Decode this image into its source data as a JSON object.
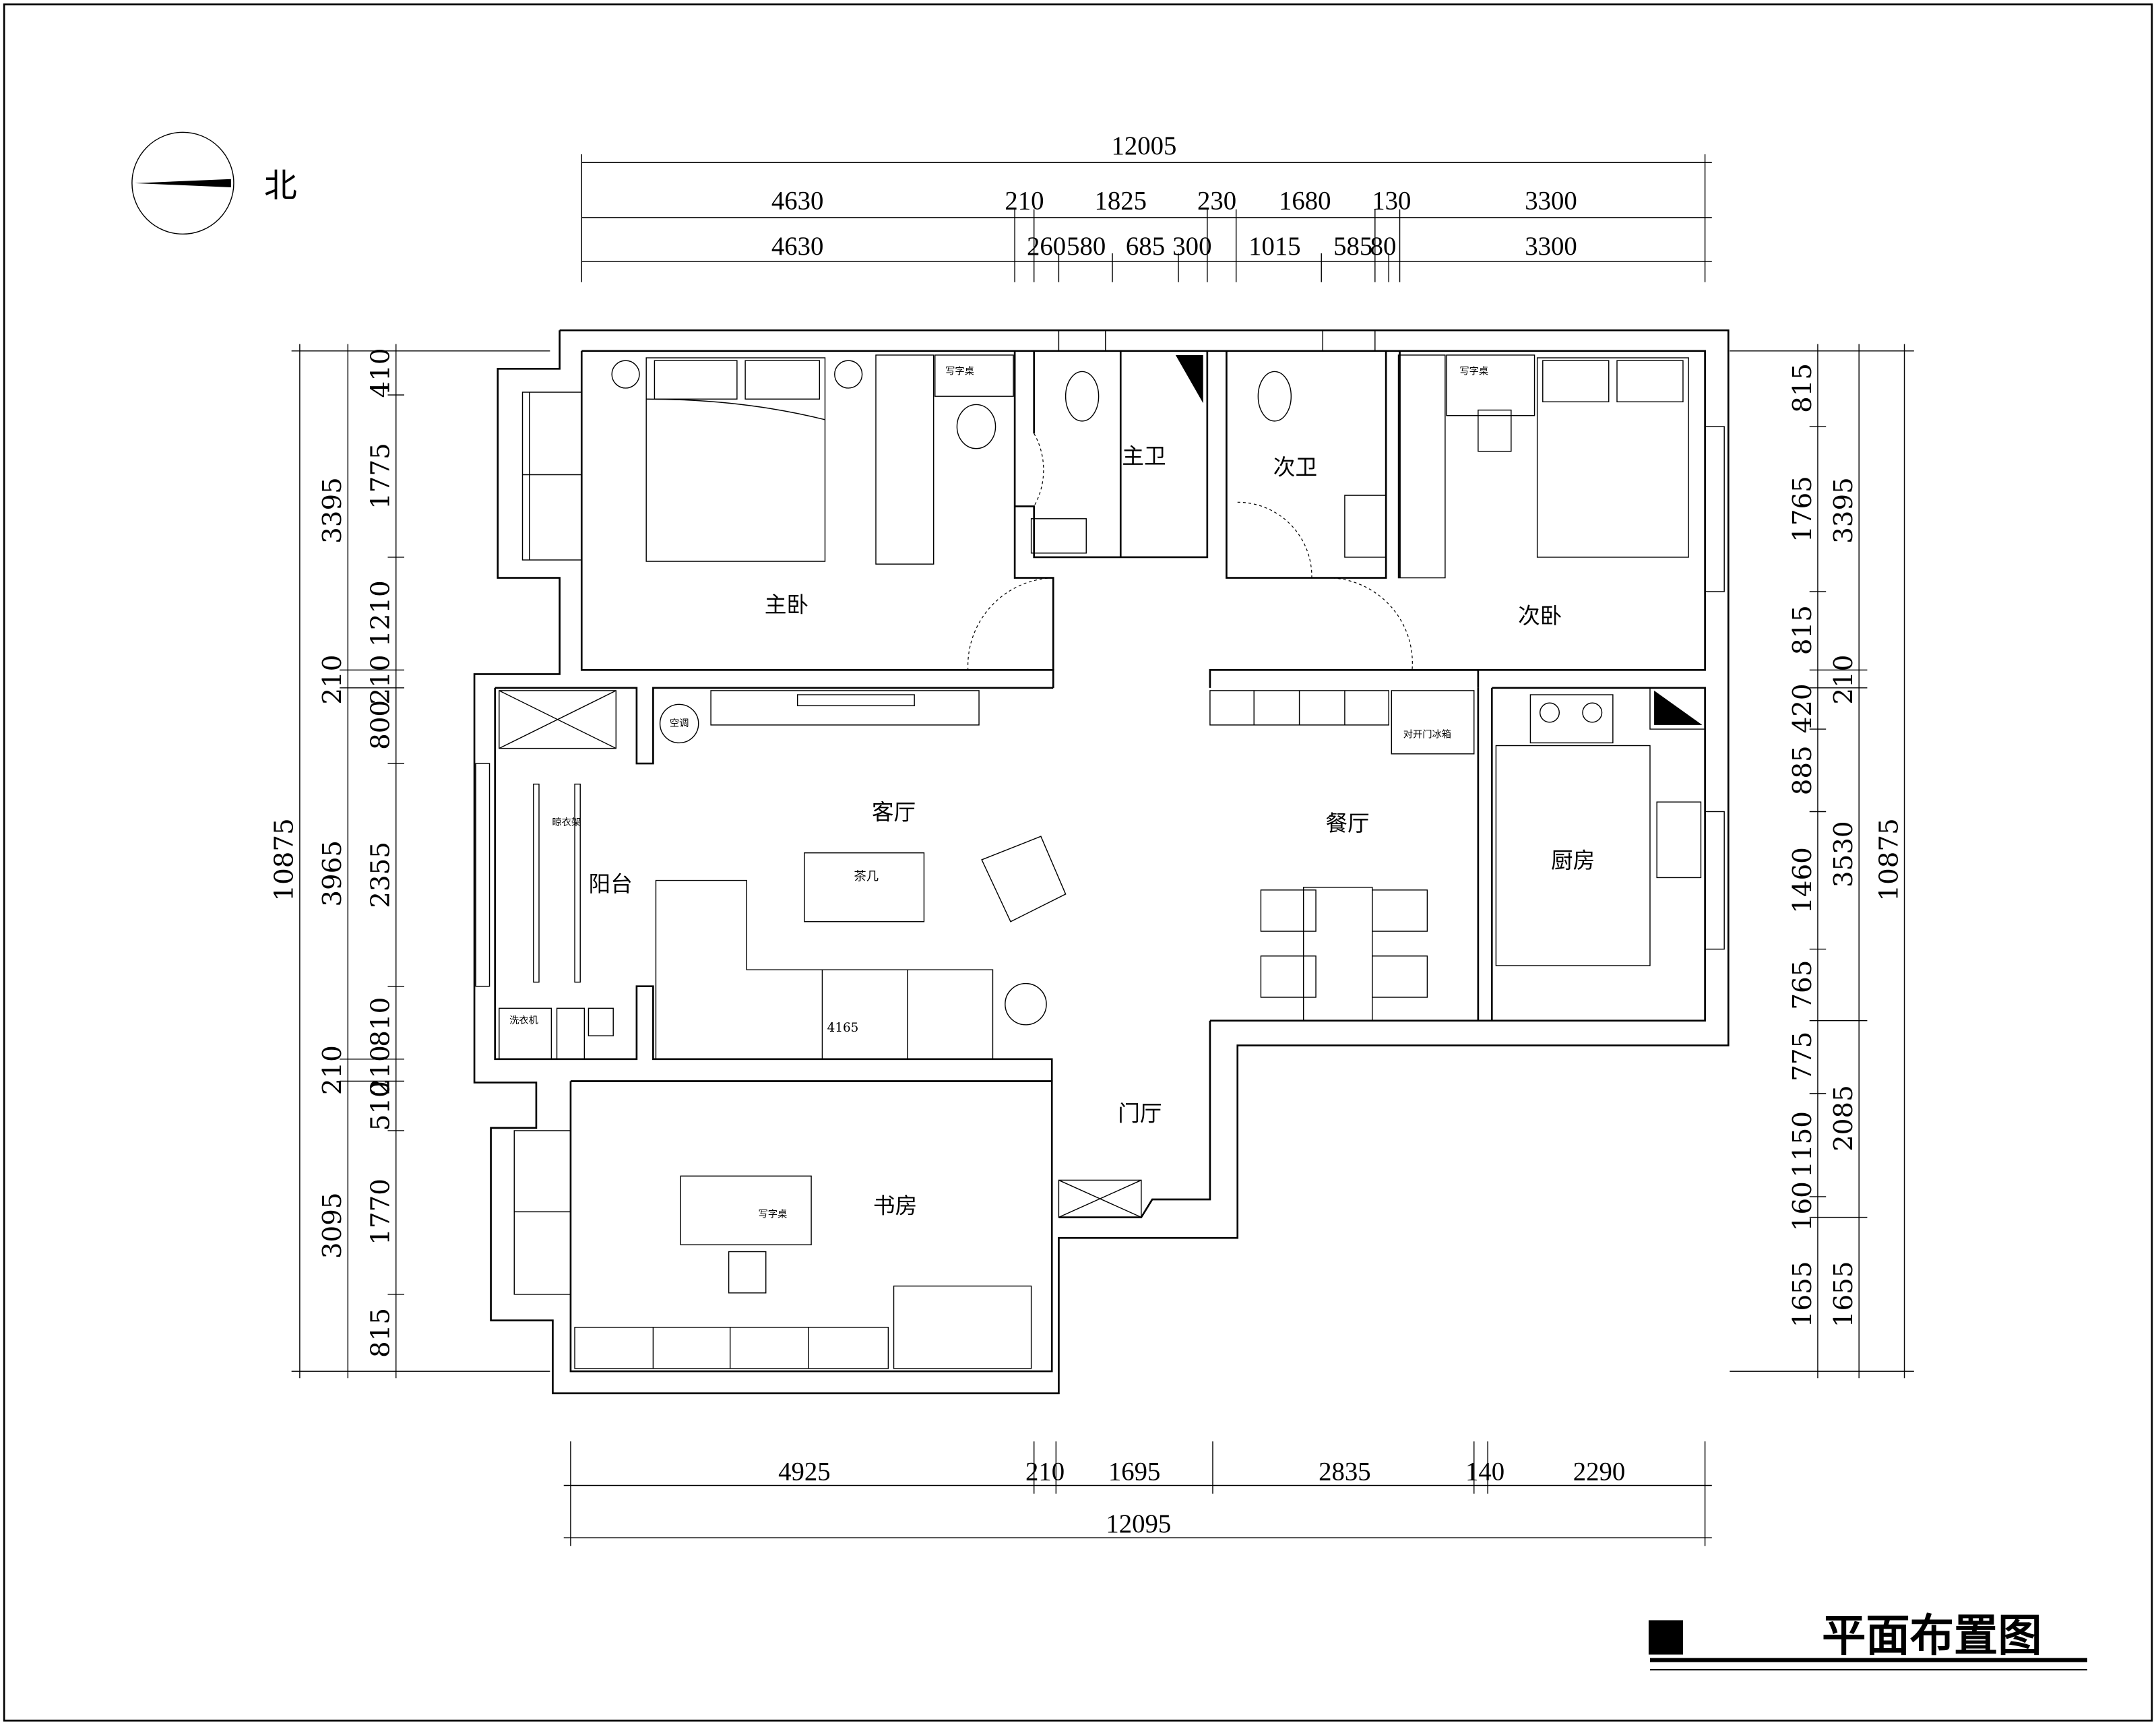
{
  "title": "平面布置图",
  "compass": {
    "label": "北"
  },
  "rooms": {
    "master_bedroom": "主卧",
    "master_bath": "主卫",
    "second_bath": "次卫",
    "second_bedroom": "次卧",
    "living": "客厅",
    "dining": "餐厅",
    "kitchen": "厨房",
    "balcony": "阳台",
    "foyer": "门厅",
    "study": "书房"
  },
  "furniture": {
    "desk_master": "写字桌",
    "desk_second": "写字桌",
    "desk_study": "写字桌",
    "coffee_table": "茶几",
    "washer": "洗衣机",
    "clothes_rack": "晾衣架",
    "ac": "空调",
    "fridge": "对开门冰箱",
    "sofa_length": "4165"
  },
  "dimensions": {
    "top_total": "12005",
    "top_row1": [
      "4630",
      "210",
      "1825",
      "230",
      "1680",
      "130",
      "3300"
    ],
    "top_row2": [
      "4630",
      "260",
      "580",
      "685",
      "300",
      "1015",
      "585",
      "80",
      "3300"
    ],
    "bottom_row": [
      "4925",
      "210",
      "1695",
      "2835",
      "140",
      "2290"
    ],
    "bottom_total": "12095",
    "left_inner": [
      "410",
      "1775",
      "1210",
      "210",
      "800",
      "2355",
      "810",
      "210",
      "510",
      "1770",
      "815"
    ],
    "left_outer": [
      "3395",
      "210",
      "3965",
      "210",
      "3095"
    ],
    "left_total": "10875",
    "right_inner": [
      "815",
      "1765",
      "815",
      "420",
      "885",
      "1460",
      "765",
      "775",
      "1150",
      "160",
      "1655"
    ],
    "right_outer": [
      "3395",
      "210",
      "3530",
      "2085",
      "1655"
    ],
    "right_total": "10875"
  }
}
